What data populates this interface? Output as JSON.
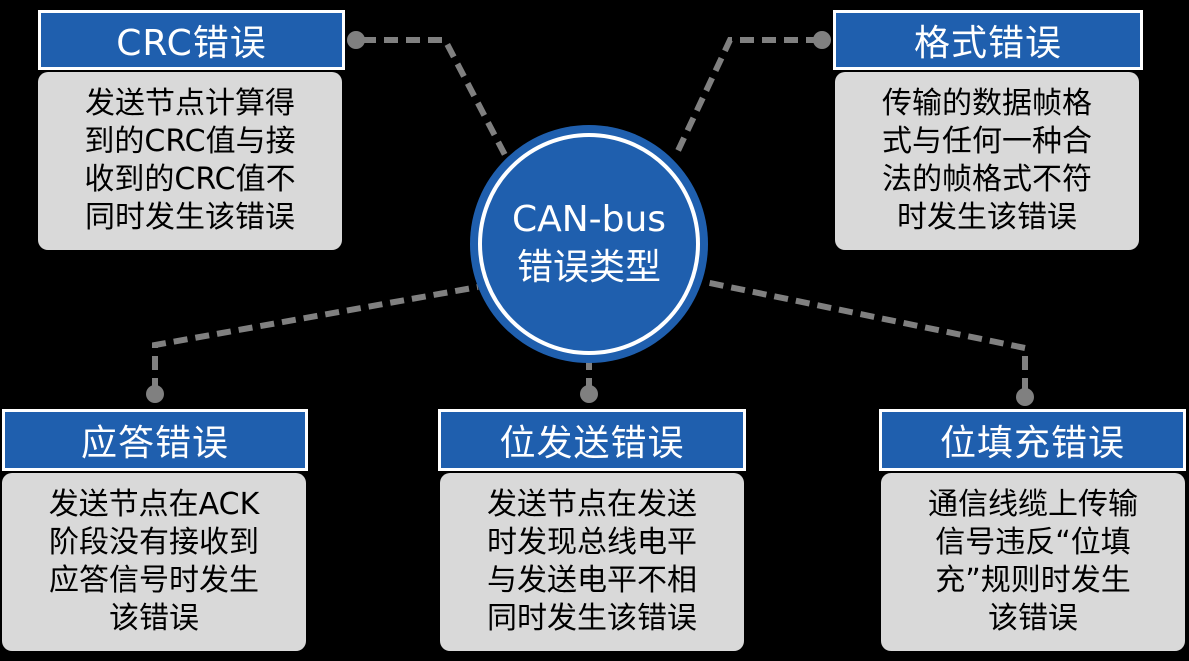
{
  "center": {
    "line1": "CAN-bus",
    "line2": "错误类型"
  },
  "nodes": {
    "crc": {
      "title": "CRC错误",
      "lines": [
        "发送节点计算得",
        "到的CRC值与接",
        "收到的CRC值不",
        "同时发生该错误"
      ]
    },
    "format": {
      "title": "格式错误",
      "lines": [
        "传输的数据帧格",
        "式与任何一种合",
        "法的帧格式不符",
        "时发生该错误"
      ]
    },
    "ack": {
      "title": "应答错误",
      "lines": [
        "发送节点在ACK",
        "阶段没有接收到",
        "应答信号时发生",
        "该错误"
      ]
    },
    "bit": {
      "title": "位发送错误",
      "lines": [
        "发送节点在发送",
        "时发现总线电平",
        "与发送电平不相",
        "同时发生该错误"
      ]
    },
    "stuff": {
      "title": "位填充错误",
      "lines": [
        "通信线缆上传输",
        "信号违反“位填",
        "充”规则时发生",
        "该错误"
      ]
    }
  },
  "colors": {
    "title_fill": "#1f5fae",
    "desc_fill": "#d9d9d9",
    "connector": "#808080",
    "background": "#000000"
  }
}
